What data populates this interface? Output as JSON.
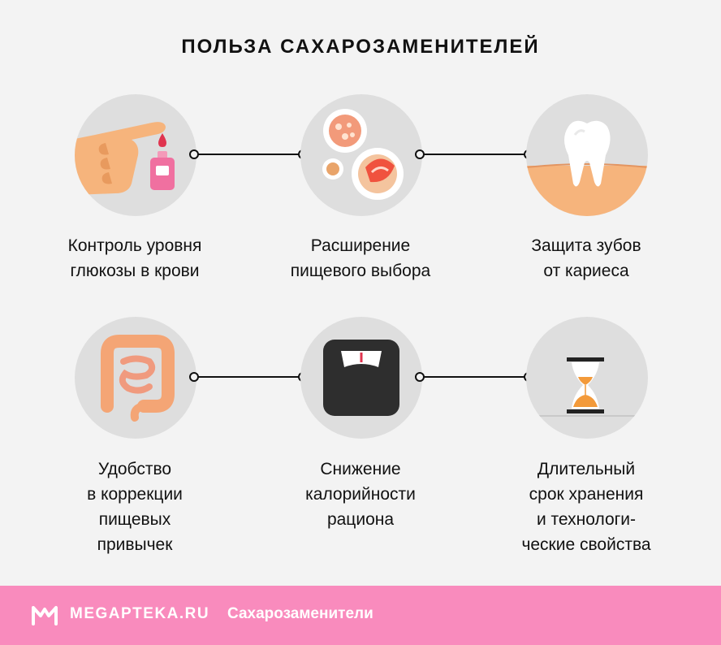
{
  "title": "ПОЛЬЗА САХАРОЗАМЕНИТЕЛЕЙ",
  "benefits": [
    {
      "label": "Контроль уровня\nглюкозы в крови",
      "icon": "glucose-meter-icon"
    },
    {
      "label": "Расширение\nпищевого выбора",
      "icon": "food-plates-icon"
    },
    {
      "label": "Защита зубов\nот кариеса",
      "icon": "tooth-icon"
    },
    {
      "label": "Удобство\nв коррекции\nпищевых\nпривычек",
      "icon": "intestine-icon"
    },
    {
      "label": "Снижение\nкалорийности\nрациона",
      "icon": "scale-icon"
    },
    {
      "label": "Длительный\nсрок хранения\nи технологи-\nческие свойства",
      "icon": "hourglass-icon"
    }
  ],
  "footer": {
    "brand": "MEGAPTEKA.RU",
    "section": "Сахарозаменители"
  },
  "colors": {
    "background": "#f3f3f3",
    "circle": "#dedede",
    "footer": "#f98bbd",
    "accent_pink": "#f070a0",
    "skin": "#f6b47c",
    "orange": "#f39a3a"
  }
}
